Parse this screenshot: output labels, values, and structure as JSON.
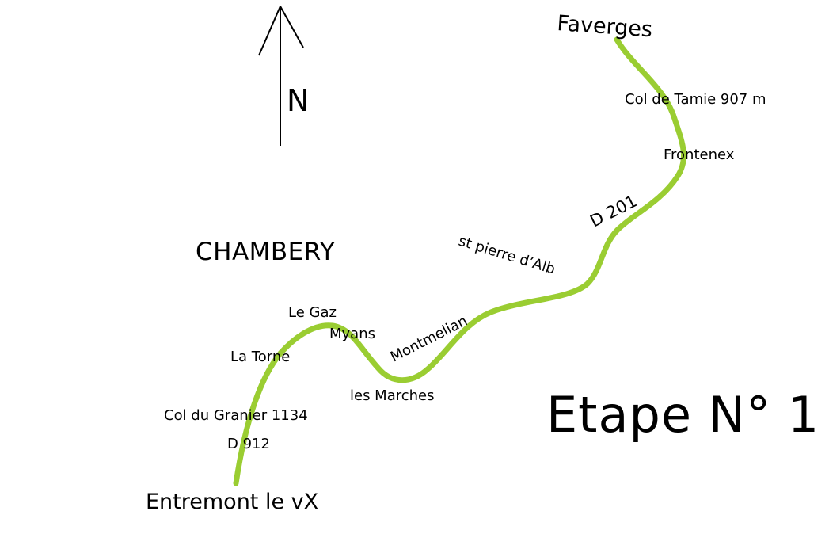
{
  "map": {
    "title": "Etape N° 1",
    "north_label": "N",
    "route_color": "#9ACD32",
    "text_color": "#000000",
    "route": {
      "start": "Faverges",
      "end": "Entremont le vX"
    },
    "places": {
      "col_tamie": "Col de Tamie 907 m",
      "frontenex": "Frontenex",
      "st_pierre": "st pierre d’Alb",
      "montmelian": "Montmelian",
      "myans": "Myans",
      "le_gaz": "Le Gaz",
      "les_marches": "les Marches",
      "la_tome": "La Torne",
      "col_granier": "Col du Granier 1134",
      "chambery": "CHAMBERY"
    },
    "roads": {
      "d201": "D 201",
      "d912": "D 912"
    }
  }
}
